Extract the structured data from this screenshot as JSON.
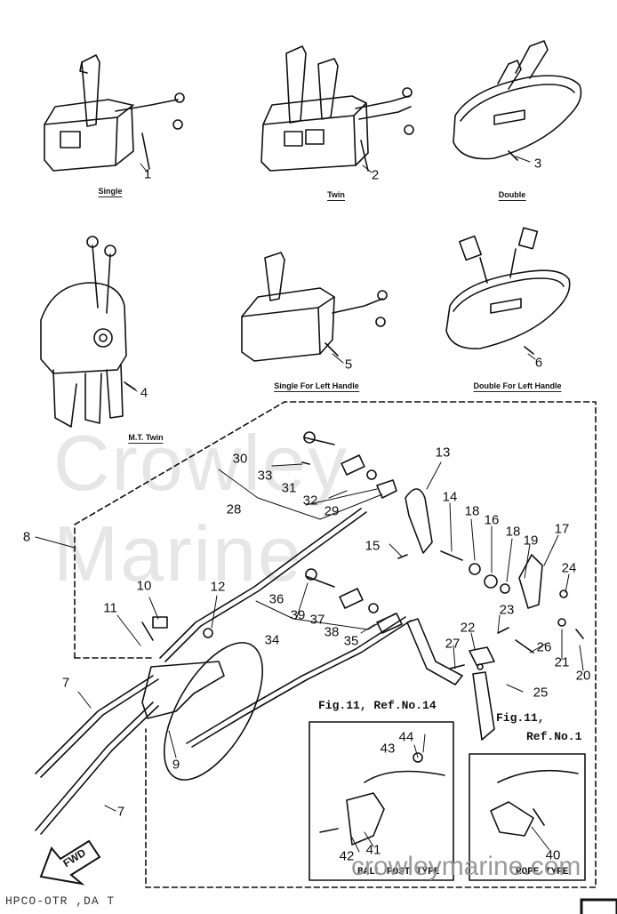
{
  "watermark": {
    "main": "Crowley Marine",
    "url": "crowleymarine.com"
  },
  "captions": {
    "single": "Single",
    "twin": "Twin",
    "double": "Double",
    "mt_twin": "M.T. Twin",
    "single_left": "Single For Left Handle",
    "double_left": "Double For Left Handle"
  },
  "callouts": [
    "1",
    "2",
    "3",
    "4",
    "5",
    "6",
    "7",
    "8",
    "9",
    "10",
    "11",
    "12",
    "13",
    "14",
    "15",
    "16",
    "17",
    "18",
    "19",
    "20",
    "21",
    "22",
    "23",
    "24",
    "25",
    "26",
    "27",
    "28",
    "29",
    "30",
    "31",
    "32",
    "33",
    "34",
    "35",
    "36",
    "37",
    "38",
    "39",
    "40",
    "41",
    "42",
    "43",
    "44"
  ],
  "fig_refs": {
    "ref14": "Fig.11, Ref.No.14",
    "ref1_a": "Fig.11,",
    "ref1_b": "Ref.No.1"
  },
  "box_labels": {
    "ball": "BALL POST TYPE",
    "rope": "ROPE TYPE"
  },
  "arrow_label": "FWD",
  "footer": "HPCO-OTR ,DA T"
}
